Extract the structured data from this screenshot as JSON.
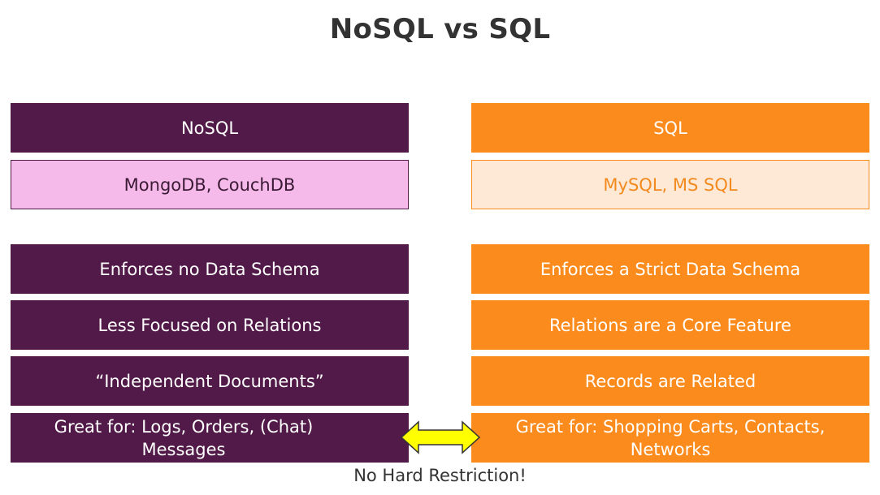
{
  "title": "NoSQL vs SQL",
  "colors": {
    "nosql_dark": "#521A48",
    "nosql_light": "#F6BAEA",
    "sql_dark": "#FB8B1C",
    "sql_light": "#FDE9D6",
    "arrow_fill": "#FFFF00"
  },
  "nosql": {
    "header": "NoSQL",
    "examples": "MongoDB, CouchDB",
    "features": [
      "Enforces no Data Schema",
      "Less Focused on Relations",
      "“Independent Documents”",
      "Great for: Logs, Orders, (Chat) Messages"
    ]
  },
  "sql": {
    "header": "SQL",
    "examples": "MySQL, MS SQL",
    "features": [
      "Enforces a Strict Data Schema",
      "Relations are a Core Feature",
      "Records are Related",
      "Great for: Shopping Carts, Contacts, Networks"
    ]
  },
  "connector": {
    "icon": "double-arrow-icon",
    "label": "No Hard Restriction!"
  }
}
